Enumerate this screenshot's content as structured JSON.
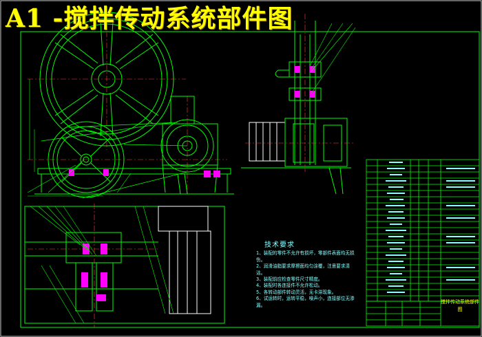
{
  "title": "A1 -搅拌传动系统部件图",
  "tech": {
    "heading": "技术要求",
    "items": [
      "1、装配的零件不允许有损坏，零部件表面均无损伤。",
      "2、润滑油脂要求摩擦面均匀涂覆，注意要求清洁。",
      "3、装配前应检查零件尺寸精度。",
      "4、装配时各连接件不允许松动。",
      "5、各转动部件转动灵活，无卡滞现象。",
      "6、试运转时，运转平稳，噪声小，连接部位无渗漏。"
    ]
  },
  "block": {
    "name": "搅拌传动系统部件图"
  },
  "colors": {
    "background": "#000000",
    "outline": "#00ff00",
    "title": "#ffff00",
    "center_line": "#ff4040",
    "hatch": "#ff00ff",
    "text": "#88ffff",
    "motor": "#ffffff"
  }
}
